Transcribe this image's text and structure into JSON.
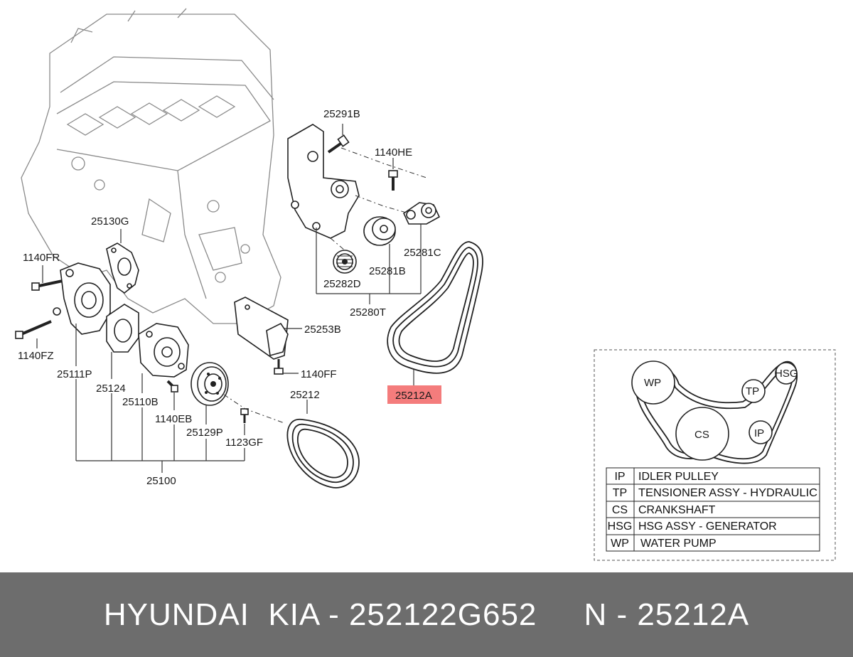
{
  "labels": {
    "p25291B": "25291B",
    "p1140HE": "1140HE",
    "p25130G": "25130G",
    "p1140FR": "1140FR",
    "p25281C": "25281C",
    "p25281B": "25281B",
    "p25282D": "25282D",
    "p25280T": "25280T",
    "p25253B": "25253B",
    "p1140FZ": "1140FZ",
    "p25111P": "25111P",
    "p25124": "25124",
    "p25110B": "25110B",
    "p1140FF": "1140FF",
    "p25212": "25212",
    "p25212A": "25212A",
    "p1140EB": "1140EB",
    "p25129P": "25129P",
    "p1123GF": "1123GF",
    "p25100": "25100"
  },
  "pulleys": {
    "wp": "WP",
    "tp": "TP",
    "hsg": "HSG",
    "cs": "CS",
    "ip": "IP"
  },
  "legend": [
    {
      "code": "IP",
      "desc": "IDLER PULLEY"
    },
    {
      "code": "TP",
      "desc": "TENSIONER ASSY - HYDRAULIC"
    },
    {
      "code": "CS",
      "desc": "CRANKSHAFT"
    },
    {
      "code": "HSG",
      "desc": "HSG ASSY - GENERATOR"
    },
    {
      "code": "WP",
      "desc": "WATER PUMP"
    }
  ],
  "highlight_color": "#f47c7c",
  "footer": {
    "text": "HYUNDAI  KIA - 252122G652     N - 25212A"
  }
}
